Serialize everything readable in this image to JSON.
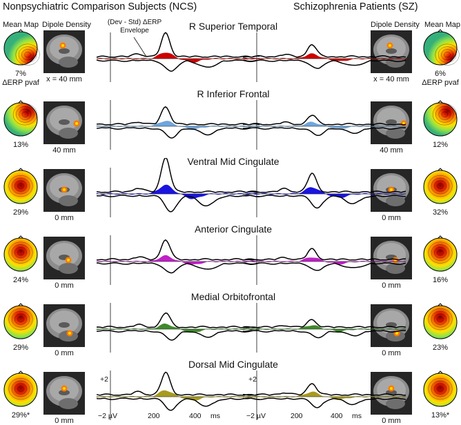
{
  "headers": {
    "ncs": "Nonpsychiatric Comparison Subjects (NCS)",
    "sz": "Schizophrenia Patients (SZ)",
    "mean_map": "Mean Map",
    "dipole_density": "Dipole Density"
  },
  "envelope_note": {
    "line1": "(Dev - Std) ΔERP",
    "line2": "Envelope"
  },
  "pvaf_label": "ΔERP pvaf",
  "axis": {
    "plus": "+2",
    "minus": "−2 µV",
    "t200": "200",
    "t400": "400",
    "unit": "ms"
  },
  "colors": {
    "stc": "#cc0000",
    "ifc": "#6fa6dc",
    "vmc": "#1a14e0",
    "acc": "#c020c8",
    "ofc": "#3f8a2a",
    "dmc": "#a89a1e"
  },
  "rows": [
    {
      "region": "R Superior Temporal",
      "ncs_pct": "7%",
      "sz_pct": "6%",
      "ncs_mm": "x = 40 mm",
      "sz_mm": "x = 40 mm",
      "color_key": "stc"
    },
    {
      "region": "R Inferior Frontal",
      "ncs_pct": "13%",
      "sz_pct": "12%",
      "ncs_mm": "40 mm",
      "sz_mm": "40 mm",
      "color_key": "ifc"
    },
    {
      "region": "Ventral Mid Cingulate",
      "ncs_pct": "29%",
      "sz_pct": "32%",
      "ncs_mm": "0 mm",
      "sz_mm": "0 mm",
      "color_key": "vmc"
    },
    {
      "region": "Anterior Cingulate",
      "ncs_pct": "24%",
      "sz_pct": "16%",
      "ncs_mm": "0 mm",
      "sz_mm": "0 mm",
      "color_key": "acc"
    },
    {
      "region": "Medial Orbitofrontal",
      "ncs_pct": "29%",
      "sz_pct": "23%",
      "ncs_mm": "0 mm",
      "sz_mm": "0 mm",
      "color_key": "ofc"
    },
    {
      "region": "Dorsal Mid Cingulate",
      "ncs_pct": "29%*",
      "sz_pct": "13%*",
      "ncs_mm": "0 mm",
      "sz_mm": "0 mm",
      "color_key": "dmc"
    }
  ]
}
